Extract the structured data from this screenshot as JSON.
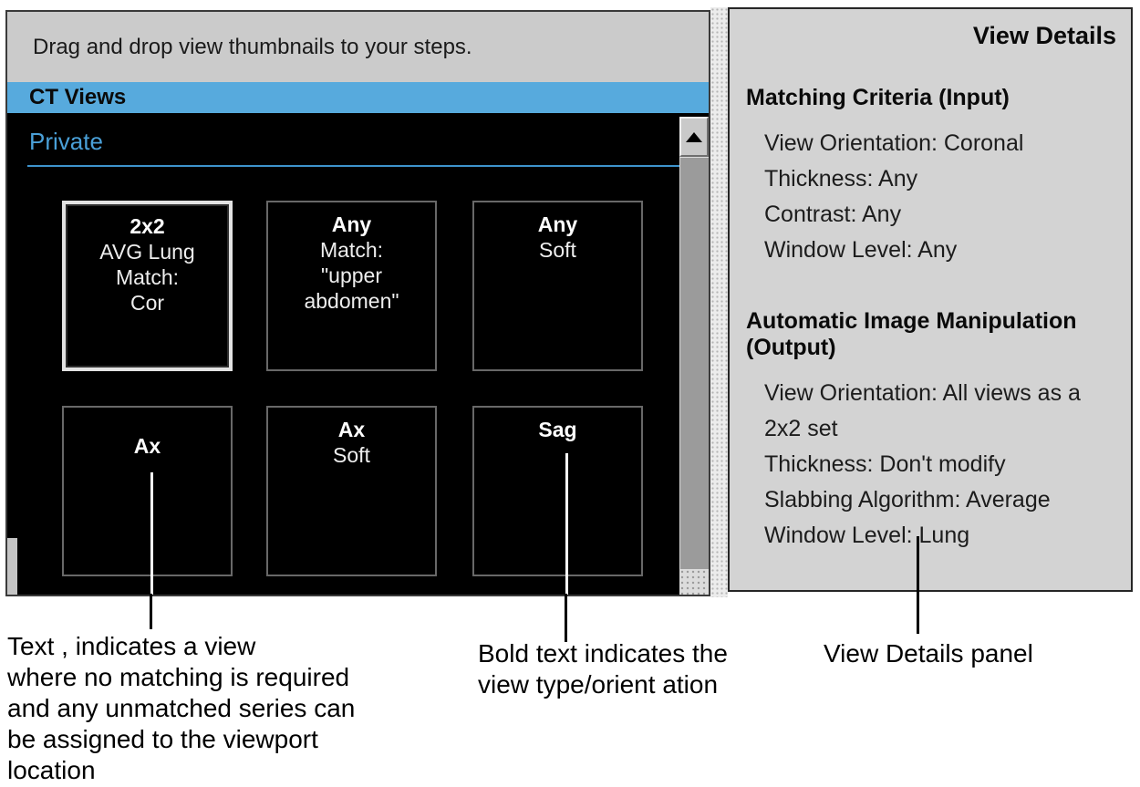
{
  "instruction_bar": {
    "text": "Drag and drop view thumbnails to your steps."
  },
  "ct_views_header": {
    "label": "CT Views"
  },
  "group": {
    "label": "Private"
  },
  "thumbnails": [
    {
      "title": "2x2",
      "body": "AVG Lung\nMatch:\nCor",
      "selected": true
    },
    {
      "title": "Any",
      "body": "Match:\n\"upper\nabdomen\"",
      "selected": false
    },
    {
      "title": "Any",
      "body": "Soft",
      "selected": false
    },
    {
      "title": "Ax",
      "body": "",
      "selected": false
    },
    {
      "title": "Ax",
      "body": "Soft",
      "selected": false
    },
    {
      "title": "Sag",
      "body": "",
      "selected": false
    }
  ],
  "scrollbar": {
    "up_arrow": "up"
  },
  "view_details": {
    "title": "View Details",
    "sections": [
      {
        "heading": "Matching Criteria (Input)",
        "items_text": "View Orientation: Coronal\nThickness: Any\nContrast: Any\nWindow Level: Any"
      },
      {
        "heading": "Automatic Image Manipulation (Output)",
        "items_text": "View Orientation: All views as a 2x2 set\nThickness: Don't modify\nSlabbing Algorithm: Average\nWindow Level: Lung"
      }
    ]
  },
  "annotations": {
    "unmatched_view": "Text , indicates a view\nwhere no matching is required\nand any unmatched series can\nbe assigned to the viewport\nlocation",
    "bold_text": "Bold text indicates the\nview type/orient ation",
    "view_details_panel": "View Details panel"
  },
  "colors": {
    "header_blue": "#57aadd",
    "link_blue": "#4aa0d8",
    "panel_gray": "#d3d3d3",
    "thumb_background": "#000000",
    "selected_border": "#e2e2e2"
  }
}
